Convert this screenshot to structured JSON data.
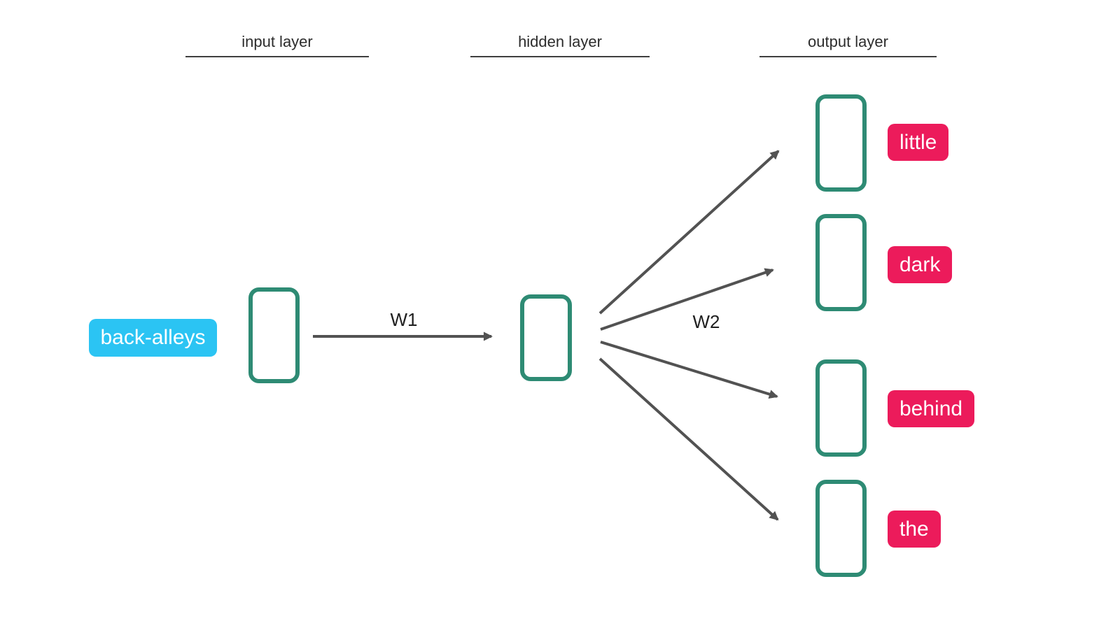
{
  "colors": {
    "accent-cyan": "#2bc4f3",
    "accent-pink": "#ec1b5b",
    "node-teal": "#2e8b74",
    "arrow-gray": "#525252",
    "label-dark": "#2d2d2d"
  },
  "layer_labels": {
    "input": "input layer",
    "hidden": "hidden layer",
    "output": "output layer"
  },
  "input_word": "back-alleys",
  "weight_labels": {
    "w1": "W1",
    "w2": "W2"
  },
  "output_words": [
    "little",
    "dark",
    "behind",
    "the"
  ]
}
